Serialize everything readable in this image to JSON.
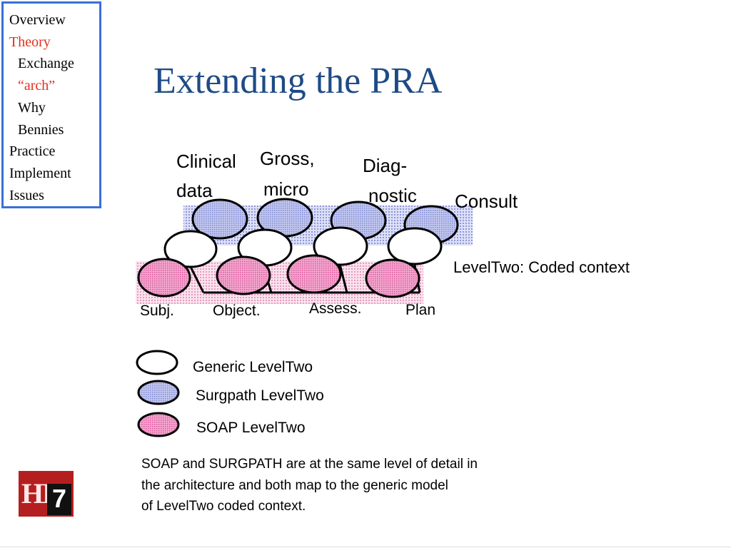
{
  "nav": {
    "items": [
      {
        "label": "Overview",
        "indent": false,
        "active": false
      },
      {
        "label": "Theory",
        "indent": false,
        "active": true
      },
      {
        "label": "Exchange",
        "indent": true,
        "active": false
      },
      {
        "label": "“arch”",
        "indent": true,
        "active": true
      },
      {
        "label": "Why",
        "indent": true,
        "active": false
      },
      {
        "label": "Bennies",
        "indent": true,
        "active": false
      },
      {
        "label": "Practice",
        "indent": false,
        "active": false
      },
      {
        "label": "Implement",
        "indent": false,
        "active": false
      },
      {
        "label": "Issues",
        "indent": false,
        "active": false
      }
    ]
  },
  "slide": {
    "title": "Extending the PRA"
  },
  "diagram": {
    "top_labels": {
      "clinical_1": "Clinical",
      "clinical_2": "data",
      "gross_1": "Gross,",
      "gross_2": "micro",
      "diag_1": "Diag-",
      "diag_2": "nostic",
      "consult": "Consult"
    },
    "bottom_labels": {
      "subj": "Subj.",
      "object": "Object.",
      "assess": "Assess.",
      "plan": "Plan"
    },
    "level_label": "LevelTwo: Coded context",
    "colors": {
      "blue_fill": "#aab0e6",
      "pink_fill": "#e88ac0",
      "white_fill": "#ffffff",
      "blue_band": "#c7cdf2",
      "pink_band": "#f2cfe0"
    }
  },
  "legend": {
    "generic": "Generic LevelTwo",
    "surgpath": "Surgpath LevelTwo",
    "soap": "SOAP LevelTwo"
  },
  "note": {
    "line1": "SOAP and SURGPATH are at the same level of detail in",
    "line2": "the architecture and both map to the generic model",
    "line3": "of LevelTwo coded context."
  },
  "logo": {
    "text": "HL7"
  }
}
